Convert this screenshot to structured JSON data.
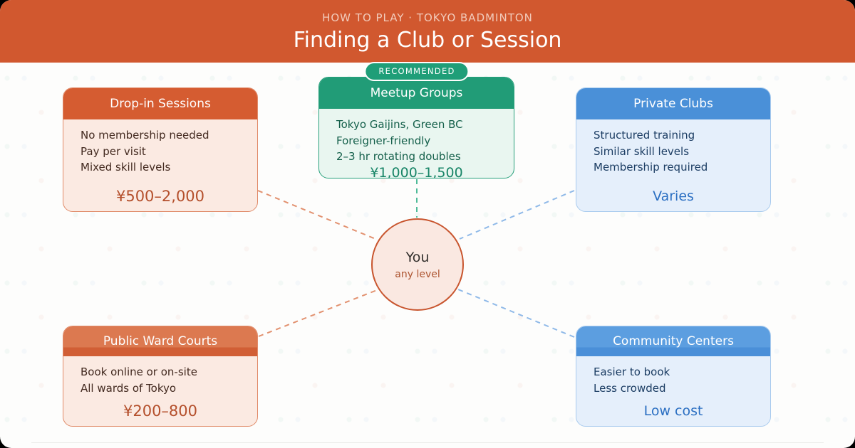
{
  "header": {
    "eyebrow": "HOW TO PLAY · TOKYO BADMINTON",
    "title": "Finding a Club or Session"
  },
  "badge": {
    "label": "RECOMMENDED"
  },
  "center": {
    "title": "You",
    "subtitle": "any level"
  },
  "cards": [
    {
      "title": "Drop-in Sessions",
      "lines": [
        "No membership needed",
        "Pay per visit",
        "Mixed skill levels"
      ],
      "price": "¥500–2,000",
      "theme": "orange"
    },
    {
      "title": "Meetup Groups",
      "lines": [
        "Tokyo Gaijins, Green BC",
        "Foreigner-friendly",
        "2–3 hr rotating doubles"
      ],
      "price": "¥1,000–1,500",
      "theme": "green"
    },
    {
      "title": "Private Clubs",
      "lines": [
        "Structured training",
        "Similar skill levels",
        "Membership required"
      ],
      "price": "Varies",
      "theme": "blue"
    },
    {
      "title": "Public Ward Courts",
      "lines": [
        "Book online or on-site",
        "All wards of Tokyo"
      ],
      "price": "¥200–800",
      "theme": "orange-light"
    },
    {
      "title": "Community Centers",
      "lines": [
        "Easier to book",
        "Less crowded"
      ],
      "price": "Low cost",
      "theme": "blue-light"
    }
  ],
  "colors": {
    "banner_orange": "#D1582F",
    "accent_green": "#1F9E78",
    "accent_blue": "#4A90D8",
    "connector_orange": "#E2916F",
    "connector_green": "#4FBB99",
    "connector_blue": "#8FB9E8"
  }
}
